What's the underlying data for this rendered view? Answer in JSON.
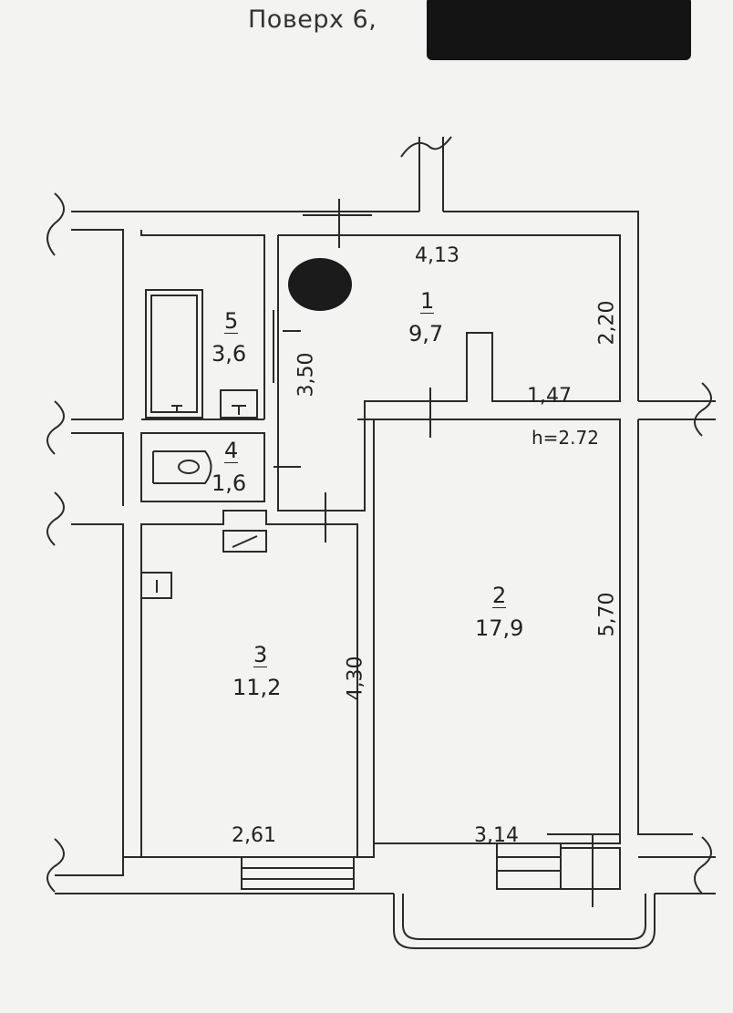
{
  "header": {
    "title": "Поверх  6, "
  },
  "rooms": [
    {
      "number": "1",
      "area": "9,7"
    },
    {
      "number": "2",
      "area": "17,9"
    },
    {
      "number": "3",
      "area": "11,2"
    },
    {
      "number": "4",
      "area": "1,6"
    },
    {
      "number": "5",
      "area": "3,6"
    }
  ],
  "dimensions": {
    "d_4_13": "4,13",
    "d_2_20": "2,20",
    "d_1_47": "1,47",
    "d_3_50": "3,50",
    "d_5_70": "5,70",
    "d_4_30": "4,30",
    "d_2_61": "2,61",
    "d_3_14": "3,14"
  },
  "ceiling_height": "h=2.72"
}
